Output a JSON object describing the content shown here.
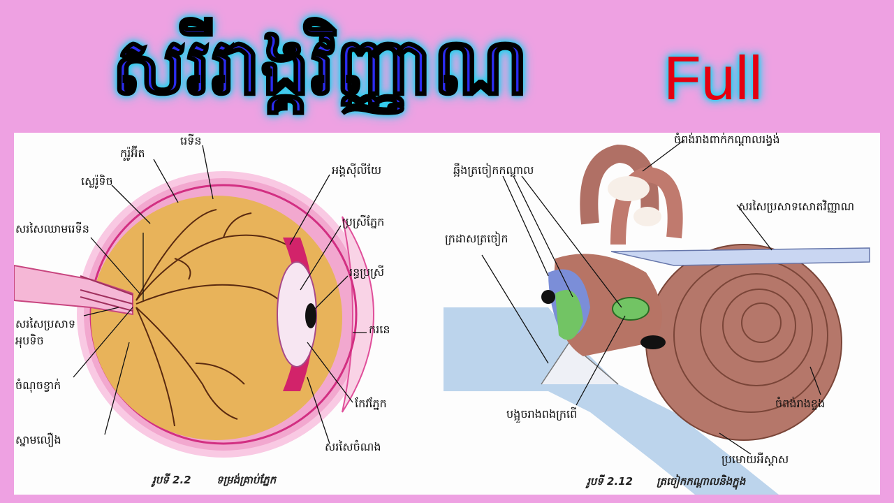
{
  "header": {
    "title": "សរីរាង្គវិញ្ញាណ",
    "badge": "Full"
  },
  "eye": {
    "labels": {
      "retina": "រេទីន",
      "choroid": "កូរ៉ូអ៊ីត",
      "sclera": "ស្លេរ៉ូទិច",
      "retinal_vessels": "សរសៃឈាមរេទីន",
      "optic_nerve_1": "សរសៃប្រសាទ",
      "optic_nerve_2": "អុបទិច",
      "blind_spot": "ចំណុចខ្វាក់",
      "fovea": "ស្នាមលឿង",
      "ciliary_body": "អង្គសុីលីយែ",
      "iris": "ប្រស្រីភ្នែក",
      "pupil": "រន្ធប្រស្រី",
      "cornea": "ករនេ",
      "lens": "កែវភ្នែក",
      "suspensory_ligament": "សរសៃចំណង"
    },
    "caption_num": "រូបទី 2.2",
    "caption_text": "ទម្រង់គ្រាប់ភ្នែក"
  },
  "ear": {
    "labels": {
      "ossicles": "ឆ្អឹងត្រចៀកកណ្តាល",
      "semicircular": "ចំពង់រាងពាក់កណ្តាលរង្វង់",
      "auditory_nerve": "សរសៃប្រសាទសោតវិញ្ញាណ",
      "eardrum": "ក្រដាសត្រចៀក",
      "oval_window": "បង្អួចរាងពងក្រពើ",
      "cochlea": "ចំពង់រាងខ្ចង",
      "eustachian": "ប្រមោយអឺស្តាស"
    },
    "caption_num": "រូបទី 2.12",
    "caption_text": "ត្រចៀកកណ្តាលនិងក្នុង"
  },
  "colors": {
    "background": "#eea1e2",
    "title": "#2b2cf0",
    "glow": "#15d6f0",
    "badge": "#e40010"
  }
}
